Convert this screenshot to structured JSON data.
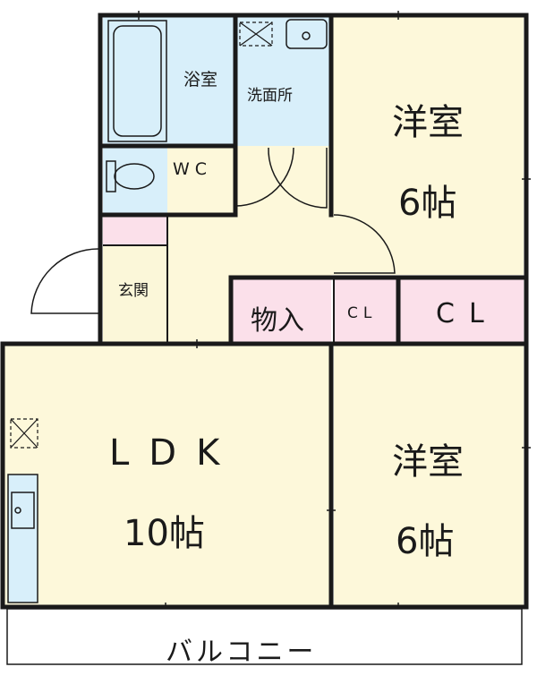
{
  "rooms": {
    "bath": "浴室",
    "washroom": "洗面所",
    "wc": "WC",
    "western_room_upper": {
      "name": "洋室",
      "size": "6帖"
    },
    "entrance": "玄関",
    "storage": "物入",
    "closet_small": "CL",
    "closet_large": "CL",
    "ldk": {
      "name": "LDK",
      "size": "10帖"
    },
    "western_room_lower": {
      "name": "洋室",
      "size": "6帖"
    },
    "balcony": "バルコニー"
  },
  "colors": {
    "wet_area": "#d8effa",
    "western_room": "#fdf8da",
    "entrance": "#fbf7d9",
    "closet": "#fbe0ea",
    "wall": "#1a1a1a",
    "balcony": "#ffffff"
  },
  "icons": [
    "bathtub-icon",
    "sink-icon",
    "toilet-icon",
    "vent-icon",
    "kitchen-sink-icon"
  ]
}
